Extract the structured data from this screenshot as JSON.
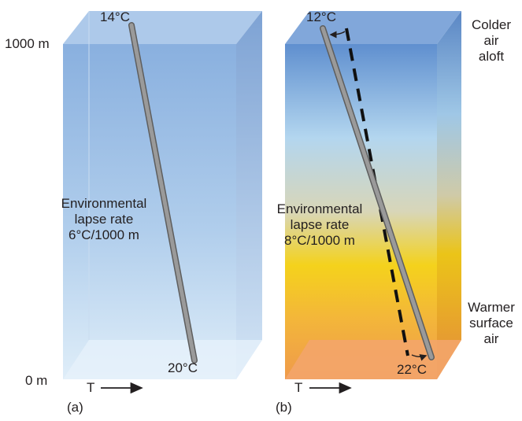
{
  "axis": {
    "top_height": "1000 m",
    "bottom_height": "0 m"
  },
  "panels": [
    {
      "letter": "(a)",
      "temp_top": "14°C",
      "temp_bottom": "20°C",
      "rate_lines": [
        "Environmental",
        "lapse rate",
        "6°C/1000 m"
      ],
      "t_axis": "T"
    },
    {
      "letter": "(b)",
      "temp_top": "12°C",
      "temp_bottom": "22°C",
      "rate_lines": [
        "Environmental",
        "lapse rate",
        "8°C/1000 m"
      ],
      "t_axis": "T",
      "top_note": [
        "Colder",
        "air",
        "aloft"
      ],
      "bottom_note": [
        "Warmer",
        "surface",
        "air"
      ]
    }
  ],
  "colors": {
    "box_a_top": "#7fa9dc",
    "box_a_bottom": "#dcecf8",
    "box_b_top": "#5f8fcf",
    "box_b_middle": "#b9d8ef",
    "box_b_yellow": "#f4d21c",
    "box_b_orange": "#ef9a4b",
    "thermometer": "#8c8c8c"
  }
}
